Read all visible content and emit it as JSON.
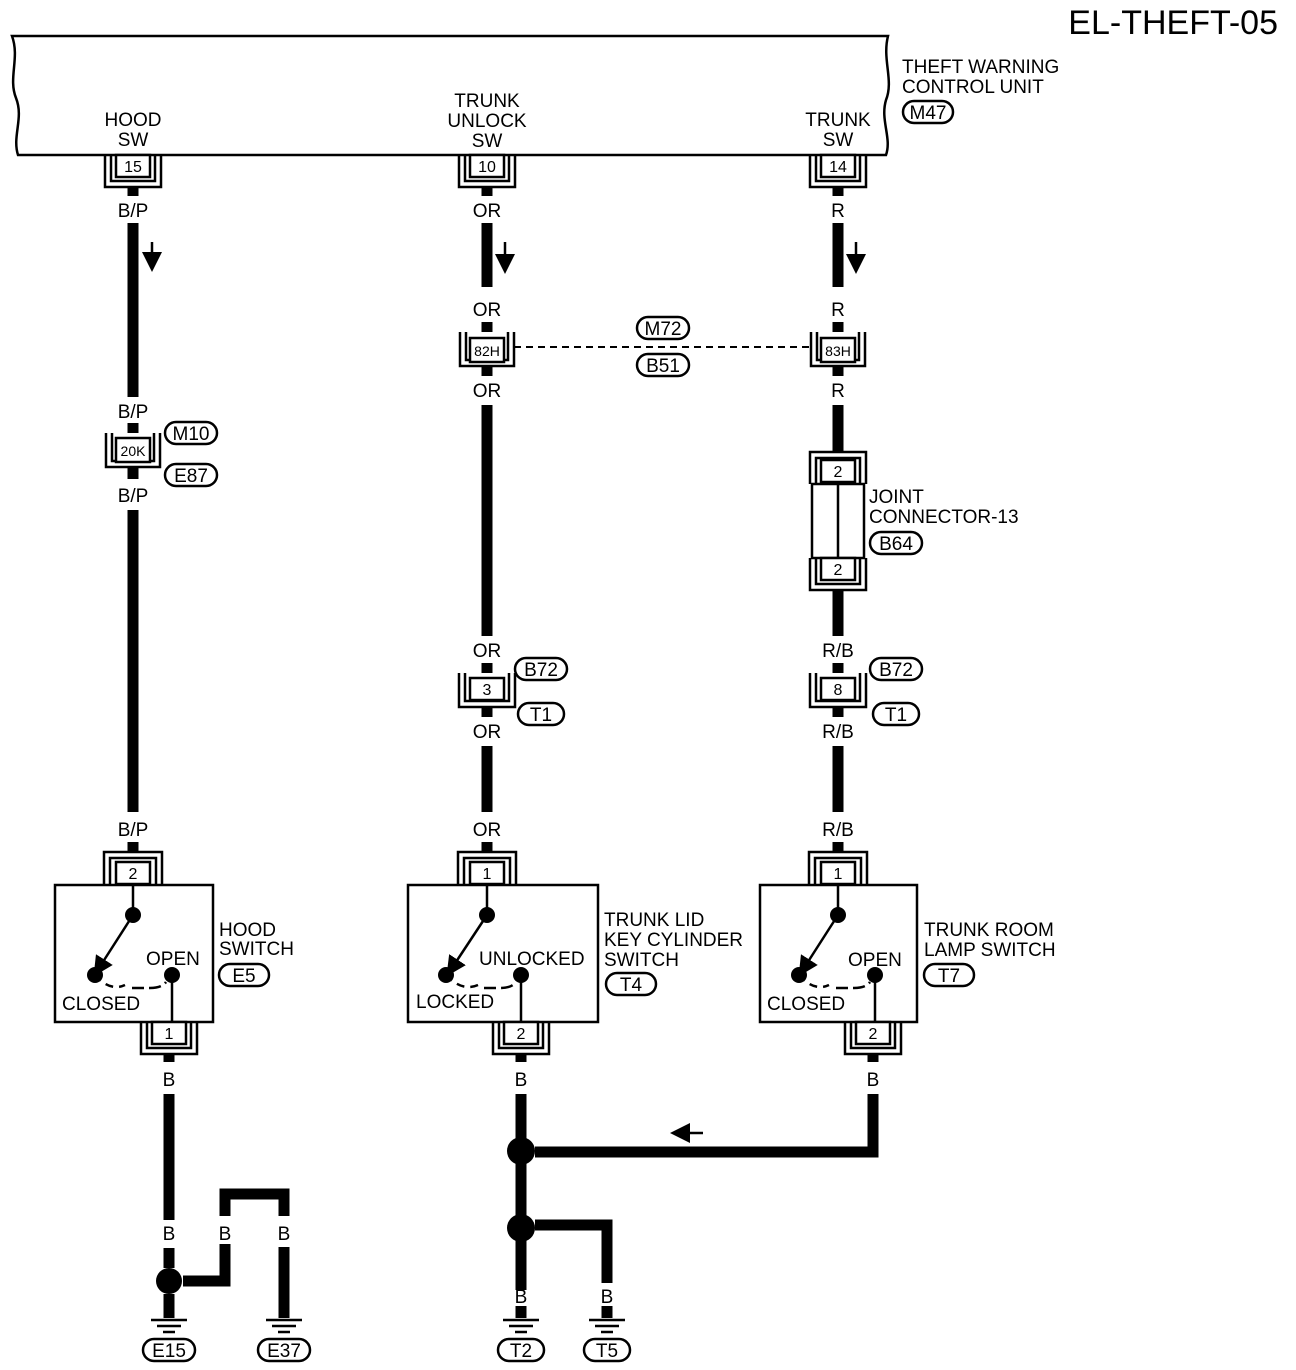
{
  "page_id": "EL-THEFT-05",
  "control_unit": {
    "name_line1": "THEFT WARNING",
    "name_line2": "CONTROL UNIT",
    "connector": "M47",
    "terminals": [
      {
        "label_lines": [
          "HOOD",
          "SW"
        ],
        "pin": "15"
      },
      {
        "label_lines": [
          "TRUNK",
          "UNLOCK",
          "SW"
        ],
        "pin": "10"
      },
      {
        "label_lines": [
          "TRUNK",
          "SW"
        ],
        "pin": "14"
      }
    ]
  },
  "wire_colors": {
    "hood_upper": "B/P",
    "unlock_upper": "OR",
    "trunk_upper": "R",
    "trunk_lower": "R/B",
    "ground": "B"
  },
  "connectors": {
    "hood_inline": {
      "pin": "20K",
      "upper": "M10",
      "lower": "E87"
    },
    "unlock_inline": {
      "pin": "82H"
    },
    "trunk_inline": {
      "pin": "83H"
    },
    "inline_pair": {
      "upper": "M72",
      "lower": "B51"
    },
    "joint": {
      "pin_top": "2",
      "pin_bottom": "2",
      "name_line1": "JOINT",
      "name_line2": "CONNECTOR-13",
      "id": "B64"
    },
    "unlock_b72": {
      "pin": "3",
      "upper": "B72",
      "lower": "T1"
    },
    "trunk_b72": {
      "pin": "8",
      "upper": "B72",
      "lower": "T1"
    }
  },
  "switches": [
    {
      "name_lines": [
        "HOOD",
        "SWITCH"
      ],
      "id": "E5",
      "pin_top": "2",
      "pin_bottom": "1",
      "state_a": "CLOSED",
      "state_b": "OPEN"
    },
    {
      "name_lines": [
        "TRUNK LID",
        "KEY CYLINDER",
        "SWITCH"
      ],
      "id": "T4",
      "pin_top": "1",
      "pin_bottom": "2",
      "state_a": "LOCKED",
      "state_b": "UNLOCKED"
    },
    {
      "name_lines": [
        "TRUNK ROOM",
        "LAMP SWITCH"
      ],
      "id": "T7",
      "pin_top": "1",
      "pin_bottom": "2",
      "state_a": "CLOSED",
      "state_b": "OPEN"
    }
  ],
  "grounds": [
    "E15",
    "E37",
    "T2",
    "T5"
  ]
}
